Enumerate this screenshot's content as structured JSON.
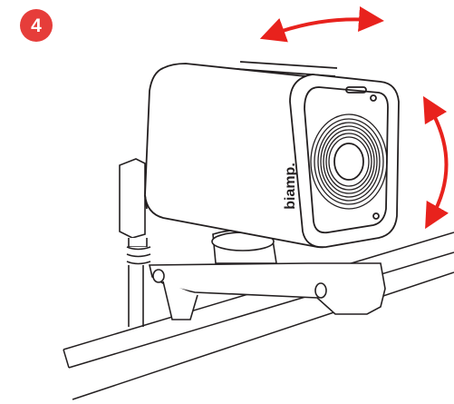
{
  "step": {
    "number": "4",
    "badge_color": "#e63d3a"
  },
  "camera": {
    "brand": "biamp."
  },
  "colors": {
    "arrow": "#e8221d",
    "line": "#231f20",
    "fill": "#ffffff"
  },
  "icons": {
    "horizontal_arrow": "double-headed-pan-arrow",
    "vertical_arrow": "double-headed-tilt-arrow"
  }
}
